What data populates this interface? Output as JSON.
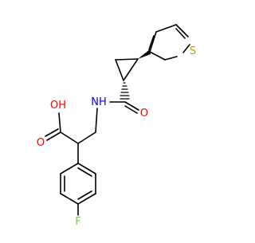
{
  "molecule": {
    "atoms": {
      "oh": "OH",
      "o_acid": "O",
      "nh": "NH",
      "o_amide": "O",
      "s": "S",
      "f": "F"
    },
    "colors": {
      "bond": "#000000",
      "oxygen": "#ff0000",
      "nitrogen": "#0000ff",
      "sulfur": "#b8a000",
      "fluorine": "#7ec850",
      "stereo_hash": "#000000"
    }
  }
}
